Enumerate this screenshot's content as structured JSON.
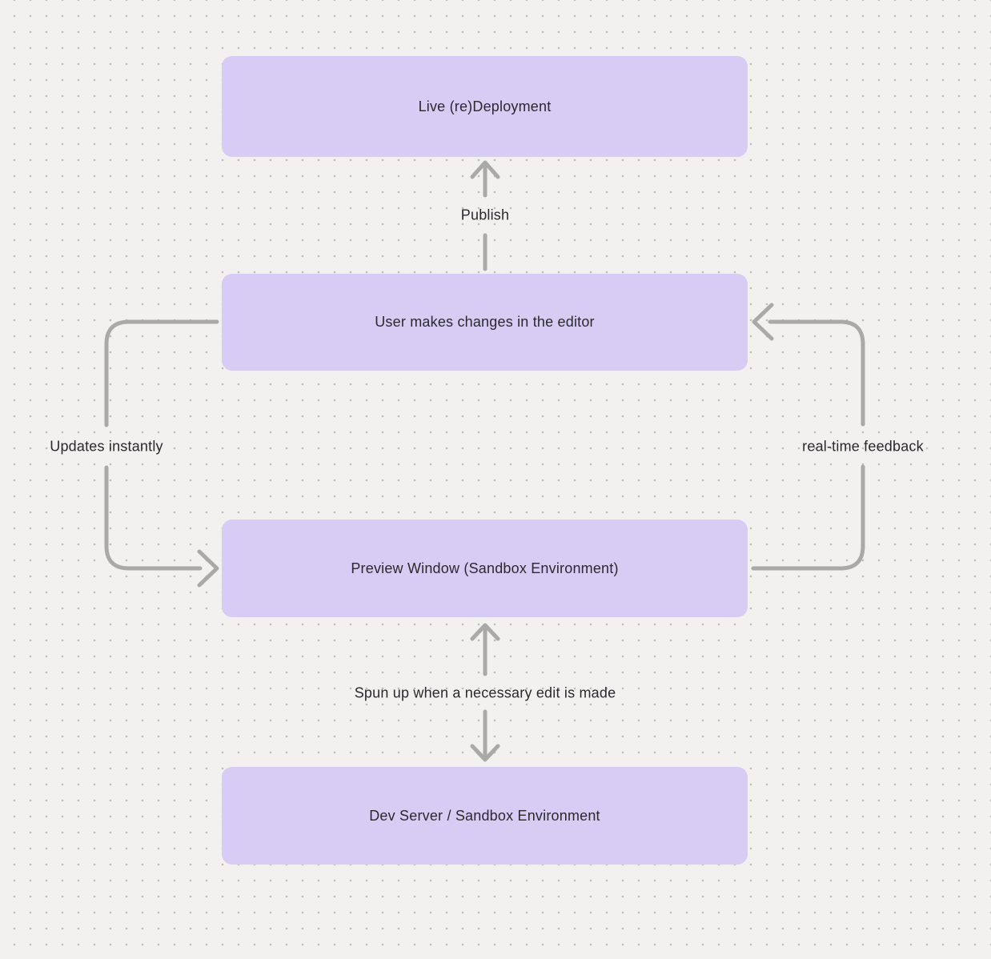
{
  "diagram": {
    "nodes": [
      {
        "id": "live-redeployment",
        "label": "Live (re)Deployment"
      },
      {
        "id": "editor",
        "label": "User makes changes in the editor"
      },
      {
        "id": "preview-window",
        "label": "Preview Window (Sandbox Environment)"
      },
      {
        "id": "dev-server",
        "label": "Dev Server / Sandbox Environment"
      }
    ],
    "edges": [
      {
        "from": "editor",
        "to": "live-redeployment",
        "label": "Publish",
        "direction": "up",
        "side": "center"
      },
      {
        "from": "editor",
        "to": "preview-window",
        "label": "Updates instantly",
        "direction": "down",
        "side": "left"
      },
      {
        "from": "preview-window",
        "to": "editor",
        "label": "real-time feedback",
        "direction": "up",
        "side": "right"
      },
      {
        "from": "dev-server",
        "to": "preview-window",
        "label": "Spun up when a necessary edit is made",
        "direction": "bidirectional",
        "side": "center"
      }
    ]
  },
  "colors": {
    "background": "#f2f1f0",
    "dot": "#bdbdbd",
    "node": "#d7ccf4",
    "text": "#2a2a2e",
    "arrow": "#a9a9a9"
  }
}
